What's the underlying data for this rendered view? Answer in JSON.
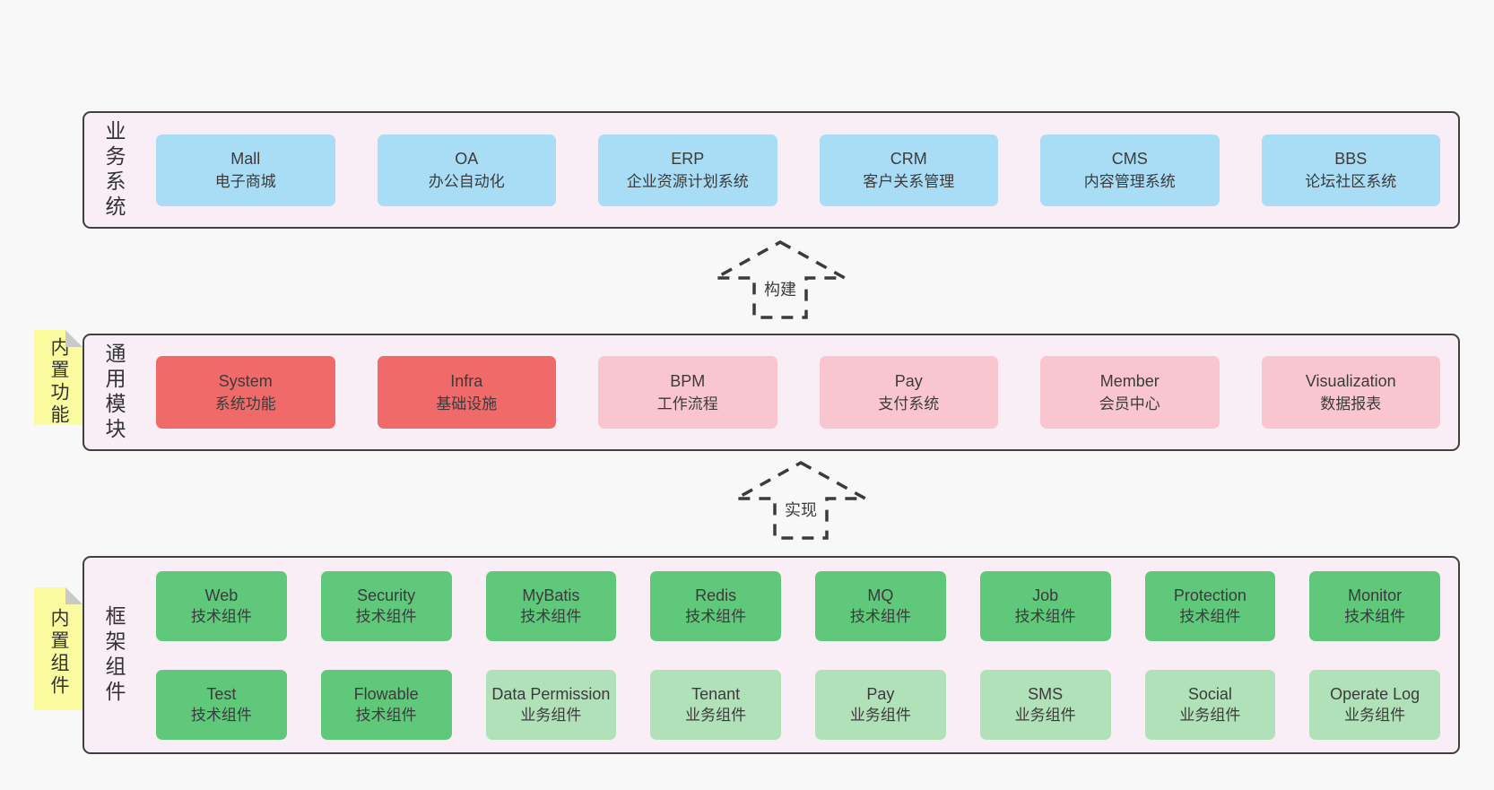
{
  "colors": {
    "page_bg": "#f8f8f8",
    "layer_bg": "#f9edf6",
    "layer_border": "#404040",
    "blue": "#a9dcf5",
    "red": "#f06a6a",
    "pink": "#f9c6cf",
    "green": "#60c87a",
    "lightgreen": "#b1e1b8",
    "yellow": "#fafa9e",
    "fold": "#c9c9c9",
    "text": "#3b3b3b"
  },
  "layers": [
    {
      "id": "business",
      "label": "业务系统",
      "boxes": [
        {
          "name": "Mall",
          "desc": "电子商城",
          "variant": "blue"
        },
        {
          "name": "OA",
          "desc": "办公自动化",
          "variant": "blue"
        },
        {
          "name": "ERP",
          "desc": "企业资源计划系统",
          "variant": "blue"
        },
        {
          "name": "CRM",
          "desc": "客户关系管理",
          "variant": "blue"
        },
        {
          "name": "CMS",
          "desc": "内容管理系统",
          "variant": "blue"
        },
        {
          "name": "BBS",
          "desc": "论坛社区系统",
          "variant": "blue"
        }
      ]
    },
    {
      "id": "modules",
      "label": "通用模块",
      "note": "内置功能",
      "boxes": [
        {
          "name": "System",
          "desc": "系统功能",
          "variant": "red"
        },
        {
          "name": "Infra",
          "desc": "基础设施",
          "variant": "red"
        },
        {
          "name": "BPM",
          "desc": "工作流程",
          "variant": "pink"
        },
        {
          "name": "Pay",
          "desc": "支付系统",
          "variant": "pink"
        },
        {
          "name": "Member",
          "desc": "会员中心",
          "variant": "pink"
        },
        {
          "name": "Visualization",
          "desc": "数据报表",
          "variant": "pink"
        }
      ]
    },
    {
      "id": "components",
      "label": "框架组件",
      "note": "内置组件",
      "rows": [
        [
          {
            "name": "Web",
            "desc": "技术组件",
            "variant": "green"
          },
          {
            "name": "Security",
            "desc": "技术组件",
            "variant": "green"
          },
          {
            "name": "MyBatis",
            "desc": "技术组件",
            "variant": "green"
          },
          {
            "name": "Redis",
            "desc": "技术组件",
            "variant": "green"
          },
          {
            "name": "MQ",
            "desc": "技术组件",
            "variant": "green"
          },
          {
            "name": "Job",
            "desc": "技术组件",
            "variant": "green"
          },
          {
            "name": "Protection",
            "desc": "技术组件",
            "variant": "green"
          },
          {
            "name": "Monitor",
            "desc": "技术组件",
            "variant": "green"
          }
        ],
        [
          {
            "name": "Test",
            "desc": "技术组件",
            "variant": "green"
          },
          {
            "name": "Flowable",
            "desc": "技术组件",
            "variant": "green"
          },
          {
            "name": "Data Permission",
            "desc": "业务组件",
            "variant": "lightgreen"
          },
          {
            "name": "Tenant",
            "desc": "业务组件",
            "variant": "lightgreen"
          },
          {
            "name": "Pay",
            "desc": "业务组件",
            "variant": "lightgreen"
          },
          {
            "name": "SMS",
            "desc": "业务组件",
            "variant": "lightgreen"
          },
          {
            "name": "Social",
            "desc": "业务组件",
            "variant": "lightgreen"
          },
          {
            "name": "Operate Log",
            "desc": "业务组件",
            "variant": "lightgreen"
          }
        ]
      ]
    }
  ],
  "arrows": [
    {
      "label": "构建"
    },
    {
      "label": "实现"
    }
  ]
}
